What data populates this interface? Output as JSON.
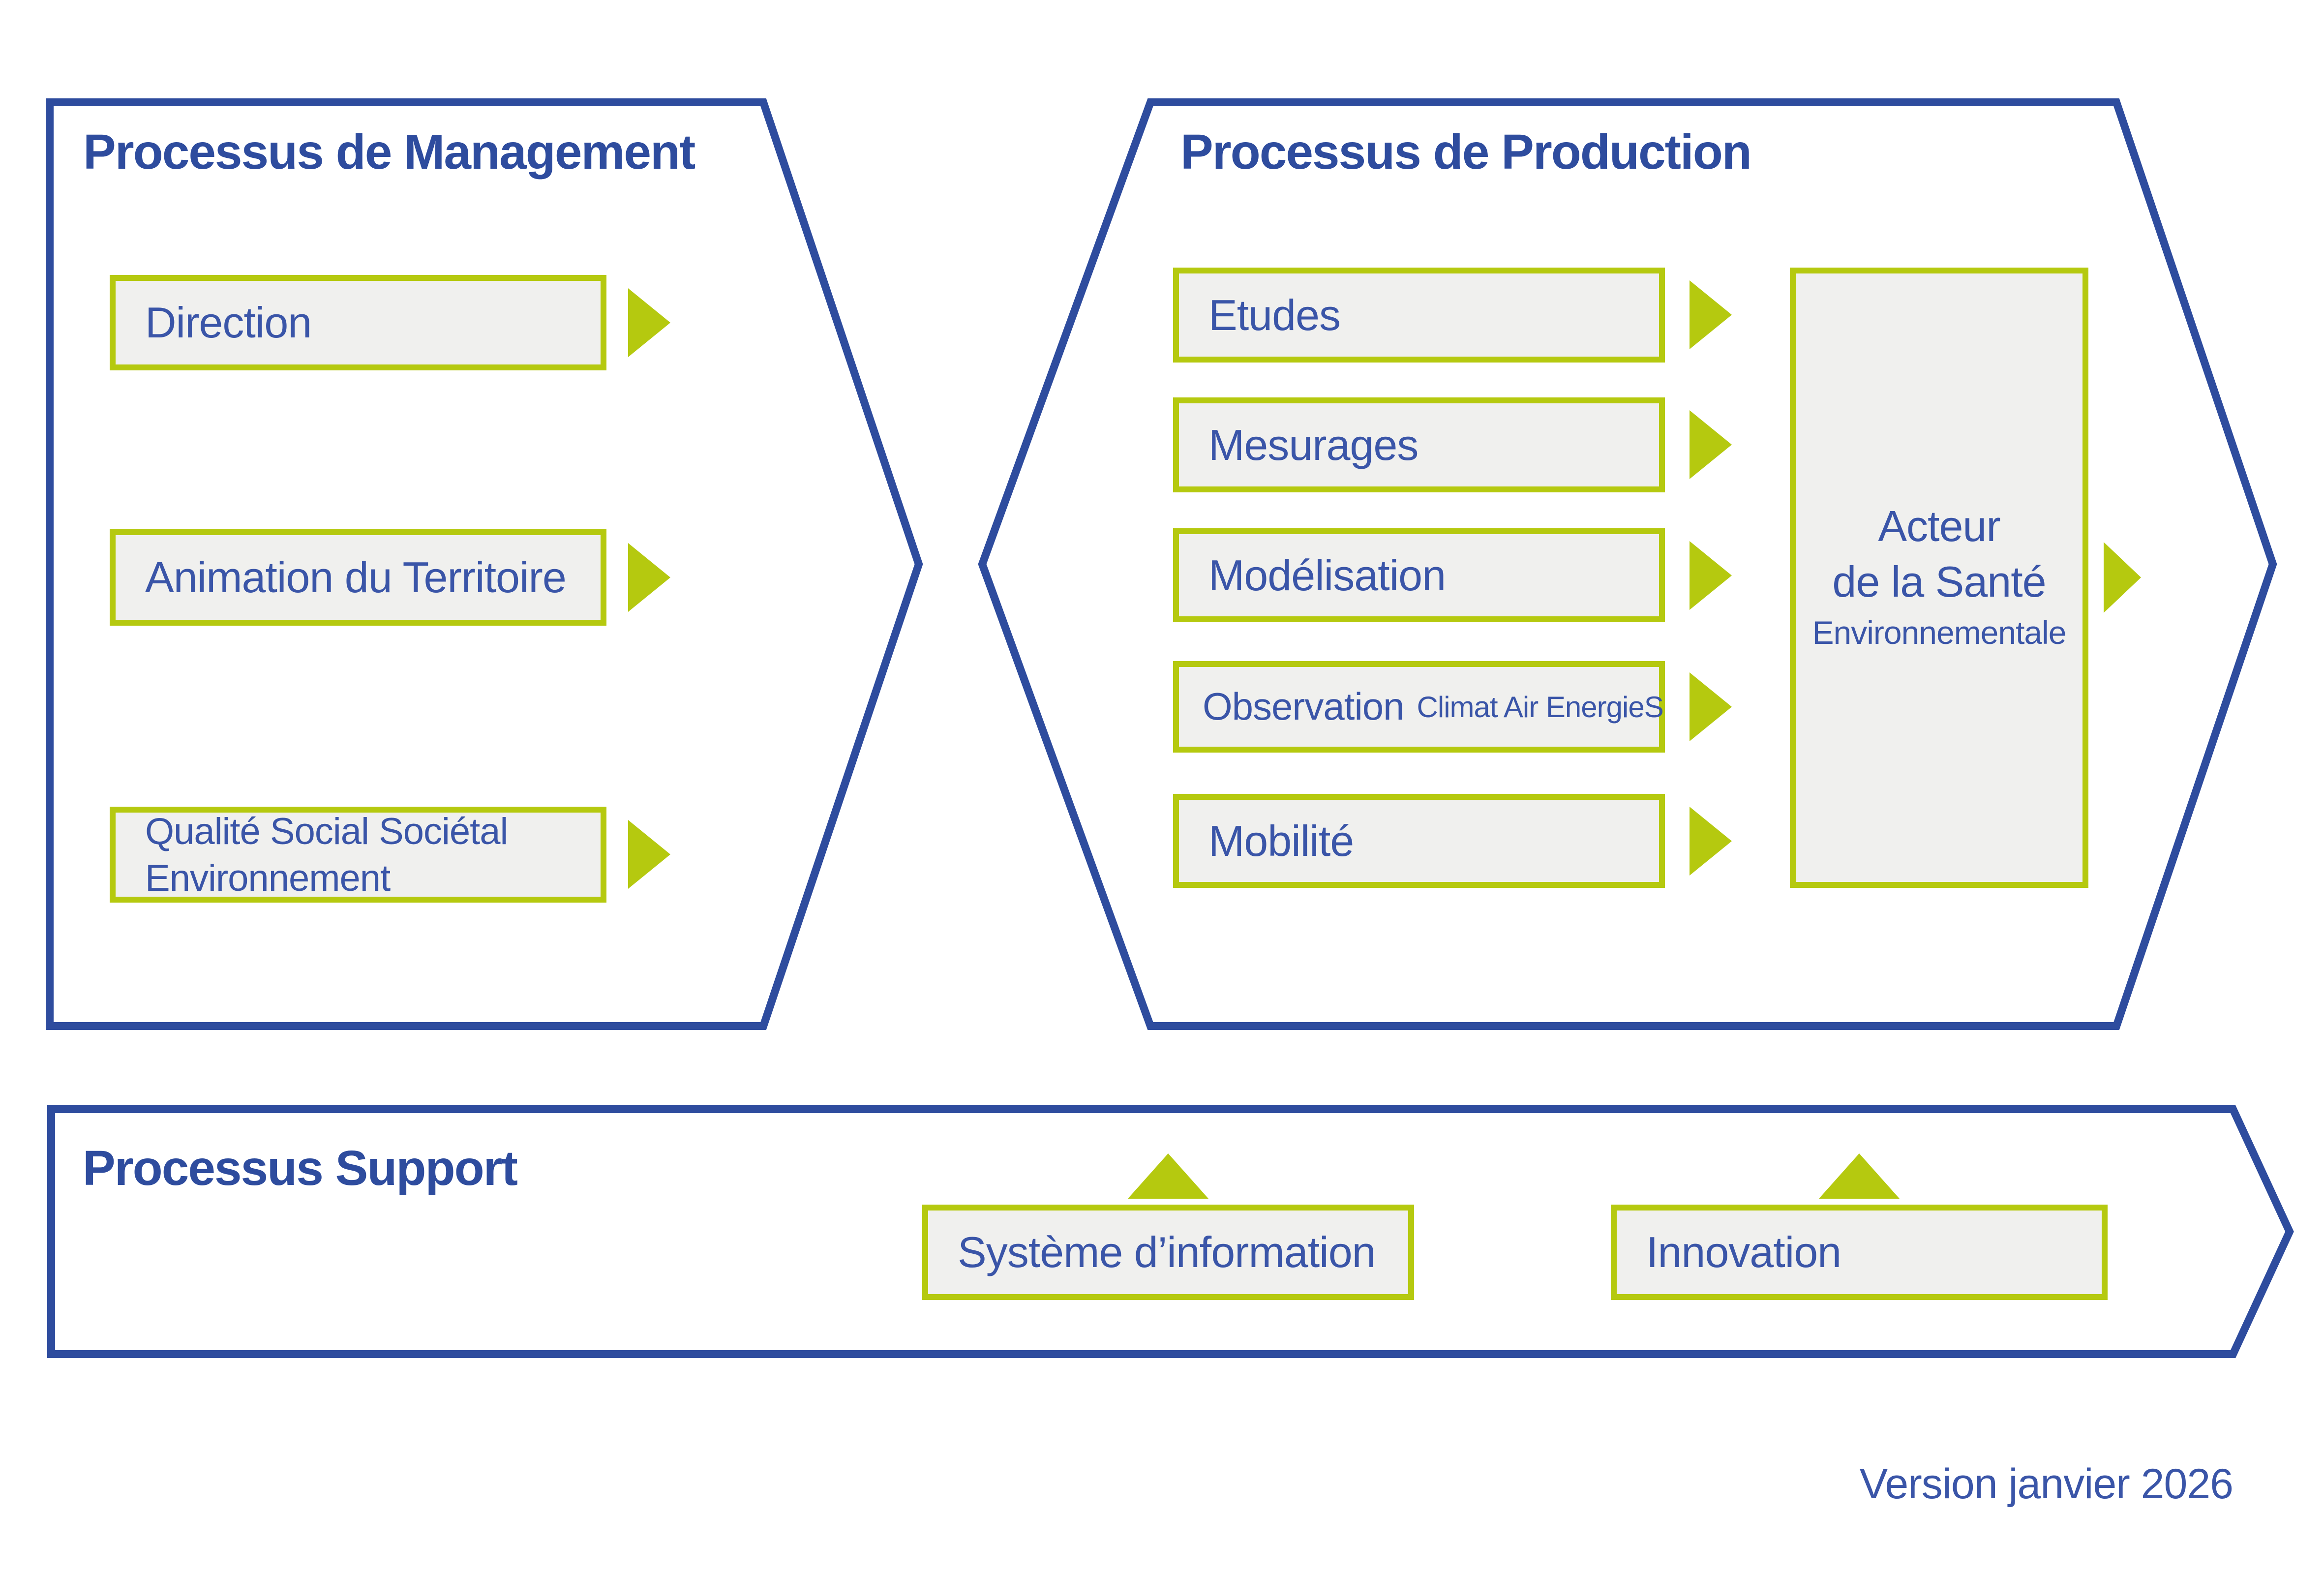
{
  "diagram": {
    "management": {
      "title": "Processus de Management",
      "boxes": [
        {
          "label": "Direction"
        },
        {
          "label": "Animation du Territoire"
        },
        {
          "label": "Qualité Social Sociétal Environnement"
        }
      ]
    },
    "production": {
      "title": "Processus de Production",
      "boxes": [
        {
          "label": "Etudes"
        },
        {
          "label": "Mesurages"
        },
        {
          "label": "Modélisation"
        },
        {
          "label": "Observation",
          "sublabel": "Climat Air EnergieS"
        },
        {
          "label": "Mobilité"
        }
      ],
      "result_box": {
        "line1": "Acteur",
        "line2": "de la Santé",
        "line3": "Environnementale"
      }
    },
    "support": {
      "title": "Processus Support",
      "boxes": [
        {
          "label": "Système d’information"
        },
        {
          "label": "Innovation"
        }
      ]
    },
    "footer": {
      "version": "Version janvier 2026"
    },
    "colors": {
      "outline_blue": "#2e4c9e",
      "accent_green": "#b5c90f",
      "box_fill": "#f0f0ee",
      "text_blue": "#3a55a8"
    },
    "icons": {
      "right_arrow": "arrow-right-icon",
      "up_arrow": "arrow-up-icon"
    }
  }
}
